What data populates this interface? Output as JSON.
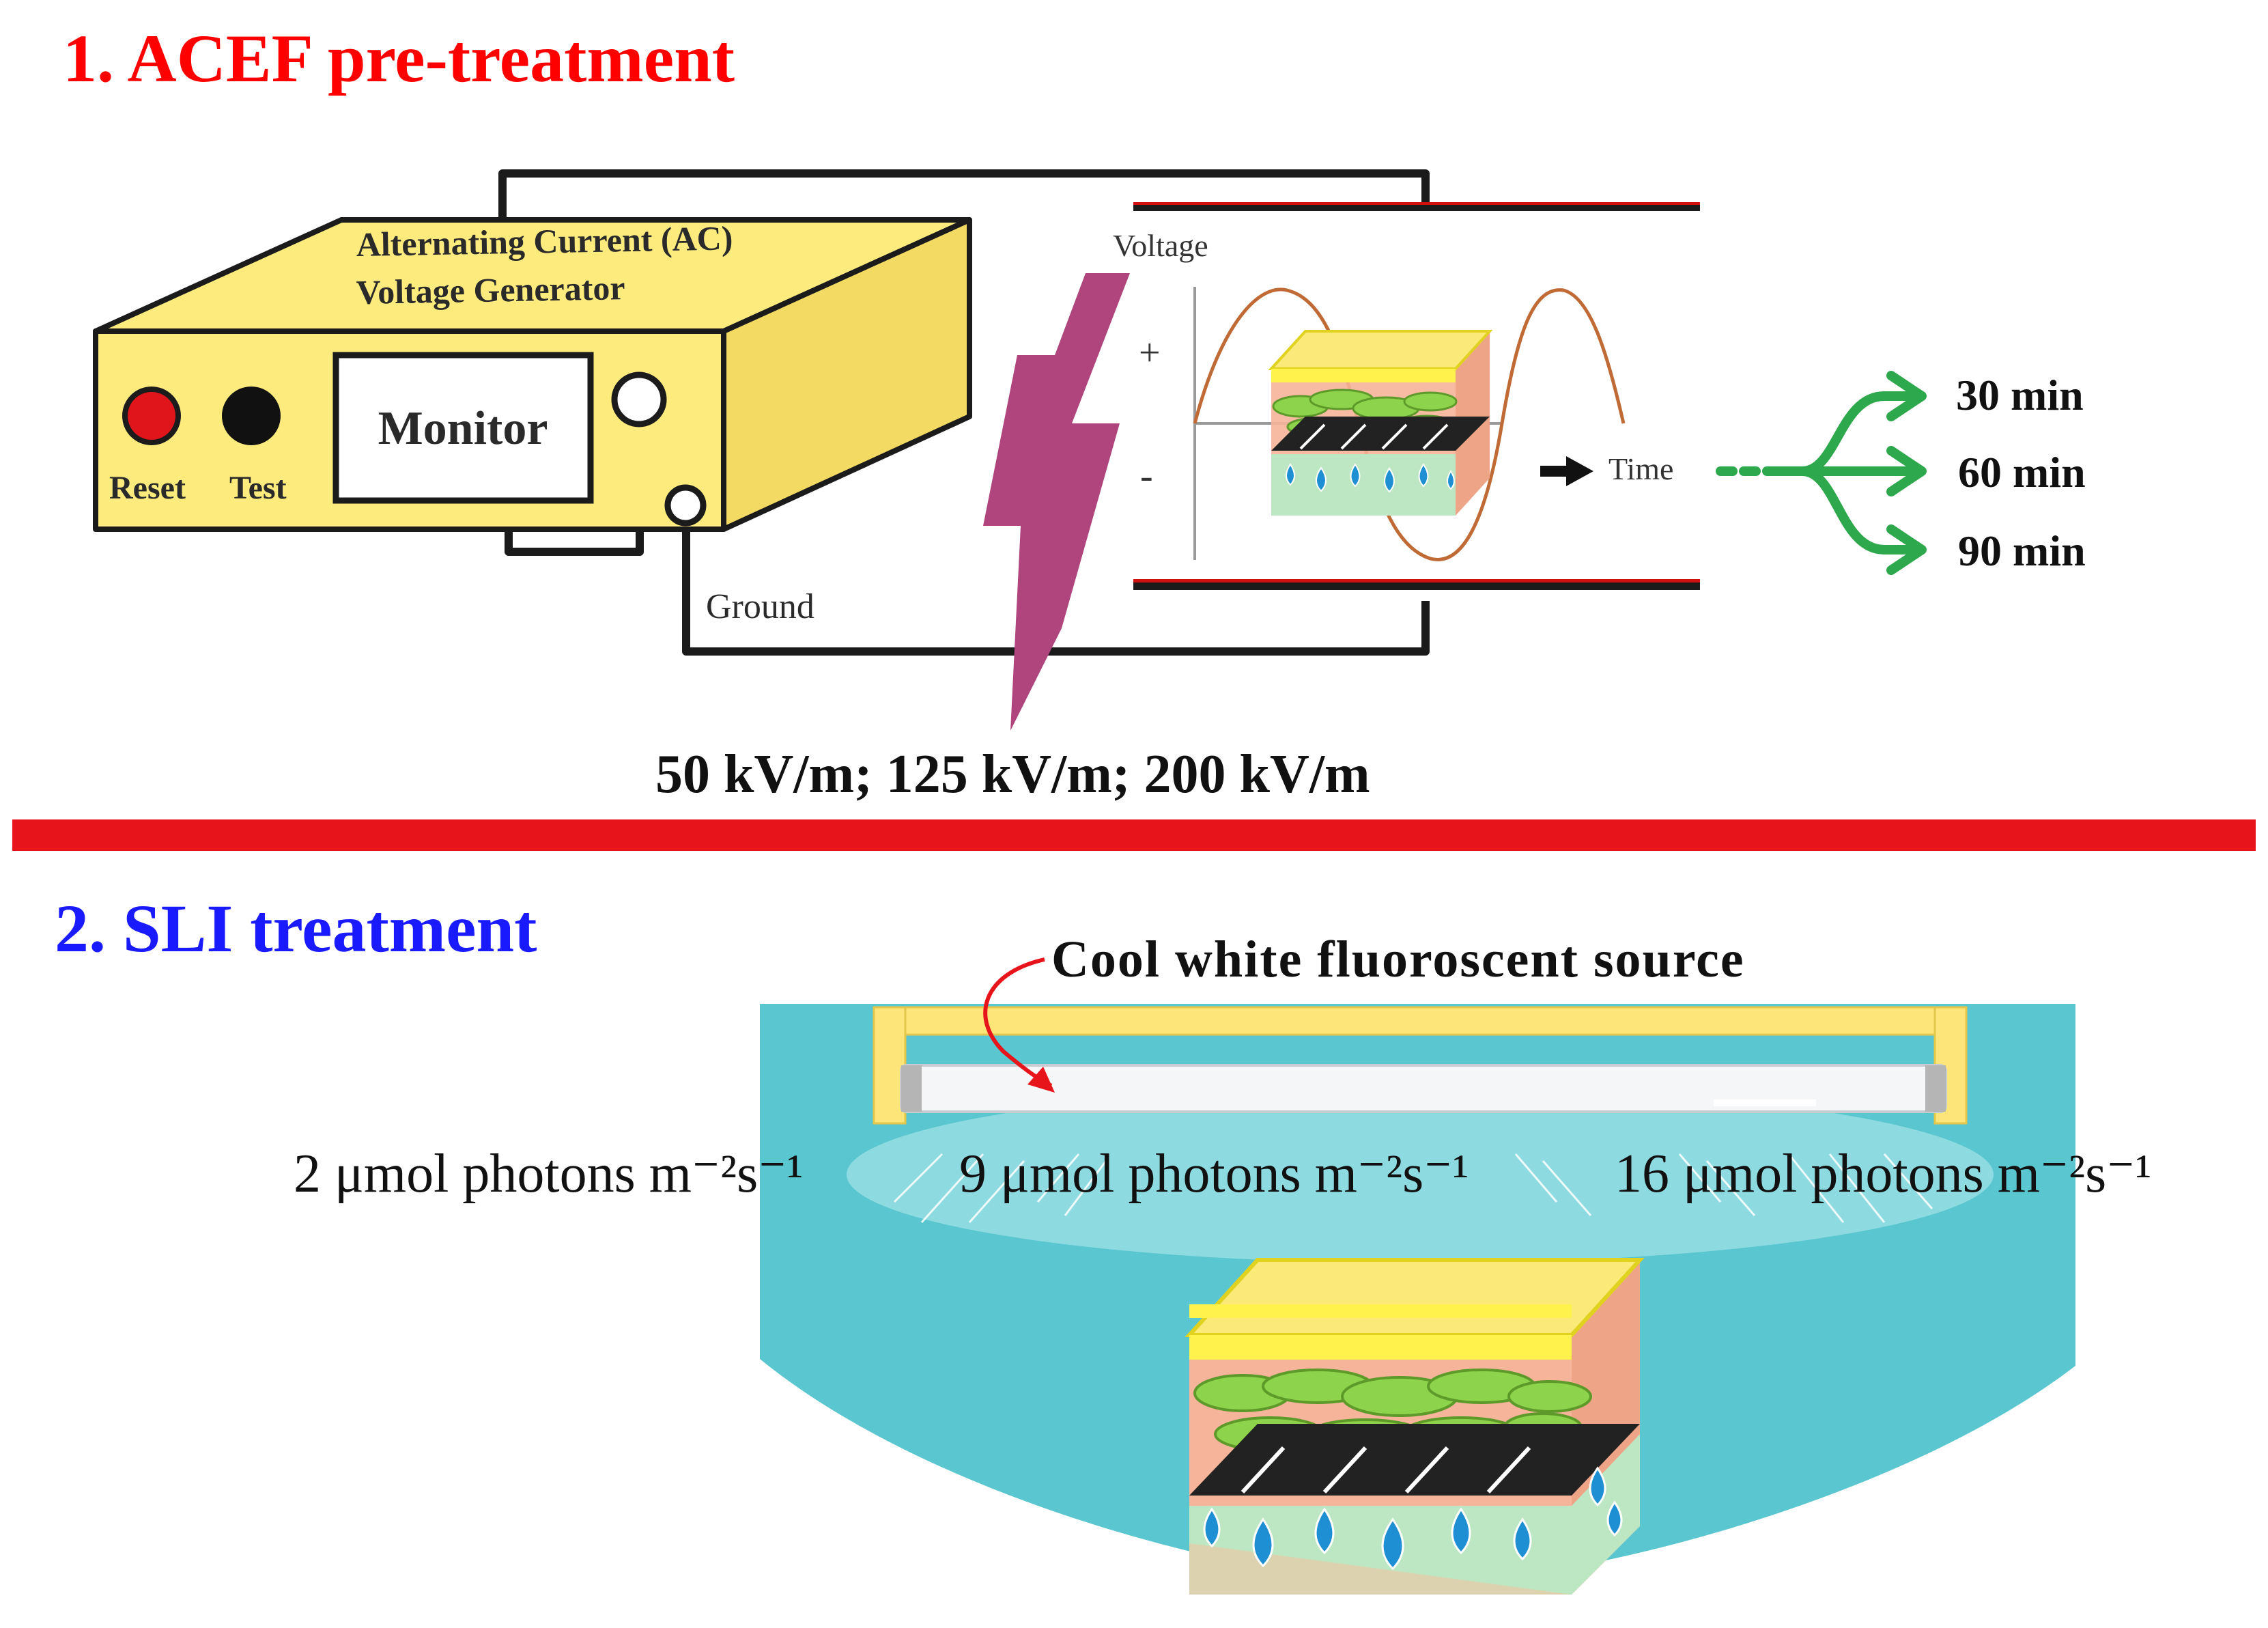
{
  "section1": {
    "title": "1. ACEF pre-treatment",
    "generator": {
      "title_line1": "Alternating Current (AC)",
      "title_line2": "Voltage Generator",
      "monitor_label": "Monitor",
      "reset_label": "Reset",
      "test_label": "Test",
      "ground_label": "Ground"
    },
    "plot": {
      "y_label": "Voltage",
      "plus": "+",
      "minus": "-",
      "x_label": "Time"
    },
    "durations": [
      "30 min",
      "60 min",
      "90 min"
    ],
    "field_strengths": "50 kV/m; 125 kV/m; 200 kV/m"
  },
  "section2": {
    "title": "2. SLI treatment",
    "source_label": "Cool white fluoroscent source",
    "intensities": [
      "2 μmol photons m⁻²s⁻¹",
      "9 μmol photons m⁻²s⁻¹",
      "16 μmol photons m⁻²s⁻¹"
    ]
  },
  "colors": {
    "title1": "#ff0000",
    "title2": "#1a1aff",
    "divider": "#e8141b",
    "generator_body": "#fdeb7e",
    "lightning": "#b0457e",
    "arrows": "#2ea84c",
    "backdrop": "#5ac6cf",
    "lamp_holder": "#fde57a"
  },
  "icons": [
    "reset-button-icon",
    "test-button-icon",
    "lightning-bolt-icon",
    "time-arrow-icon",
    "water-drop-icon",
    "plant-box-icon",
    "fluorescent-tube-icon"
  ]
}
